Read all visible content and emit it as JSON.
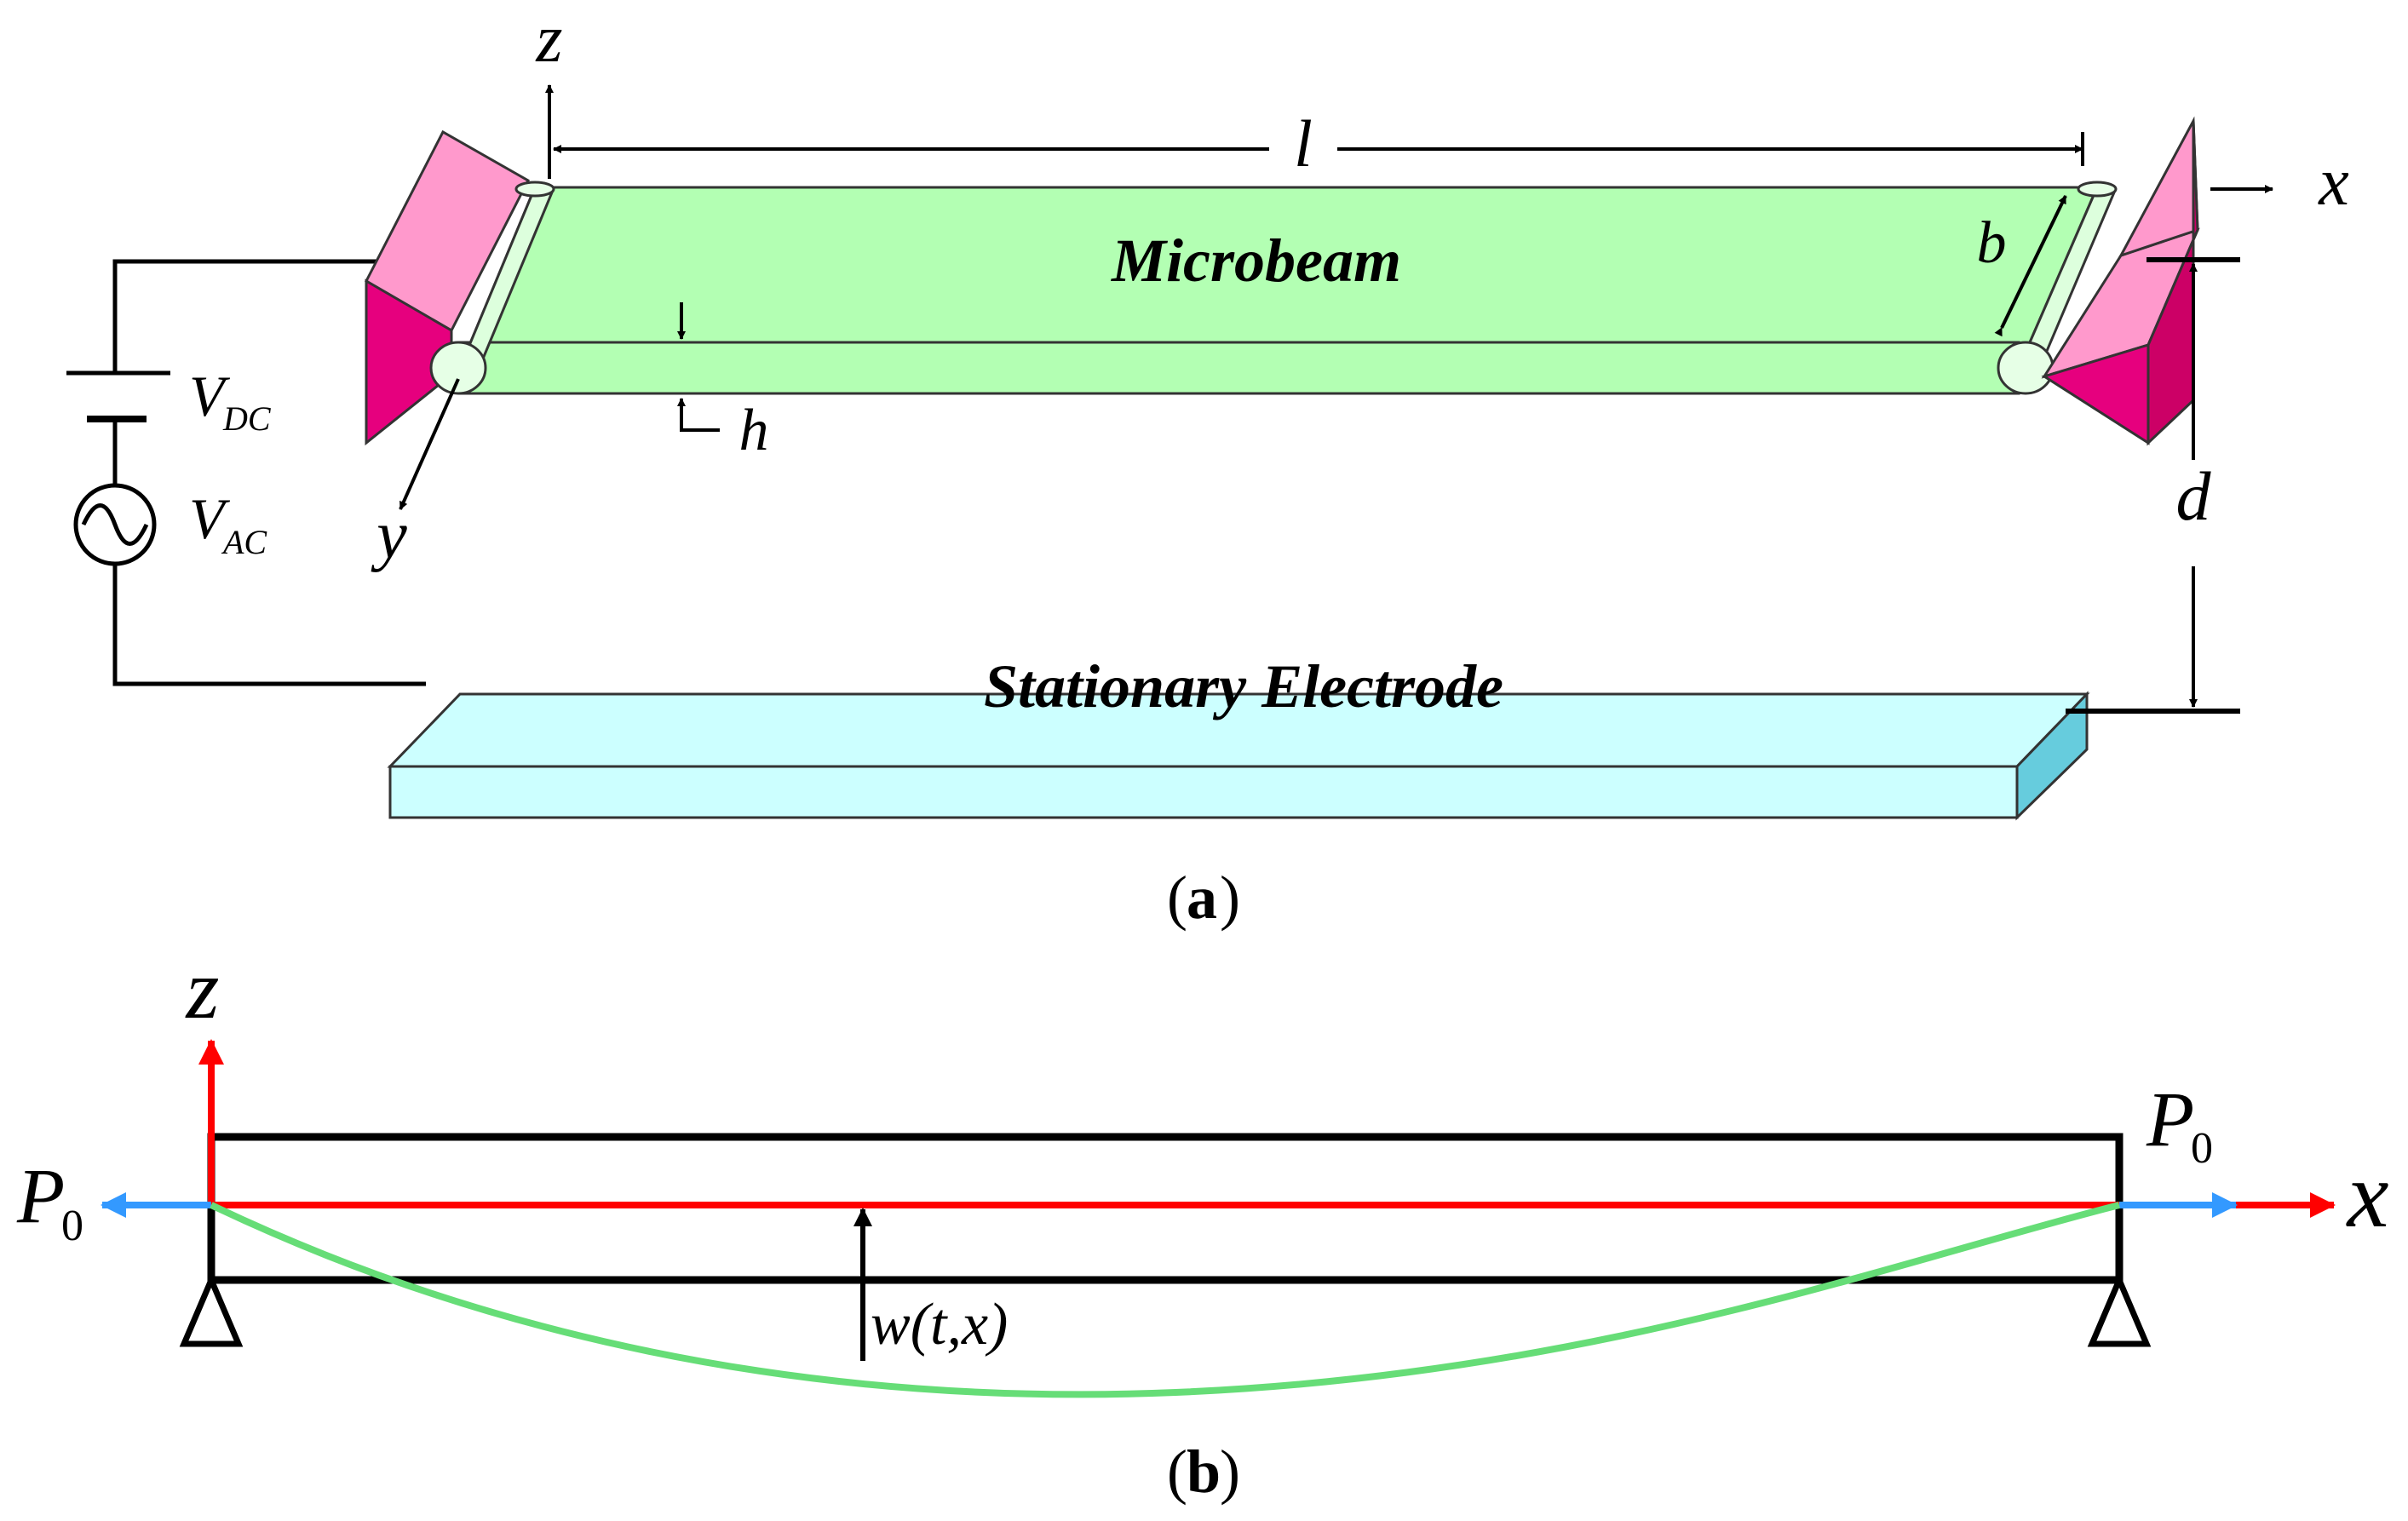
{
  "panel_a": {
    "caption_open": "(",
    "caption_letter": "a",
    "caption_close": ")",
    "beam_label": "Microbeam",
    "electrode_label": "Stationary Electrode",
    "length_symbol": "l",
    "width_symbol": "b",
    "thickness_symbol": "h",
    "gap_symbol": "d",
    "axis_x": "x",
    "axis_y": "y",
    "axis_z": "z",
    "vdc_main": "V",
    "vdc_sub": "DC",
    "vac_main": "V",
    "vac_sub": "AC"
  },
  "panel_b": {
    "caption_open": "(",
    "caption_letter": "b",
    "caption_close": ")",
    "axis_z": "z",
    "axis_x": "x",
    "load_left_main": "P",
    "load_left_sub": "0",
    "load_right_main": "P",
    "load_right_sub": "0",
    "deflection_label": "w(t,x)"
  },
  "colors": {
    "beam_fill": "#b3ffb3",
    "electrode_fill": "#ccffff",
    "support_light": "#ff99cc",
    "support_dark": "#e6007e",
    "axis_red": "#ff0000",
    "load_blue": "#3399ff",
    "deflection_green": "#66dd77"
  }
}
